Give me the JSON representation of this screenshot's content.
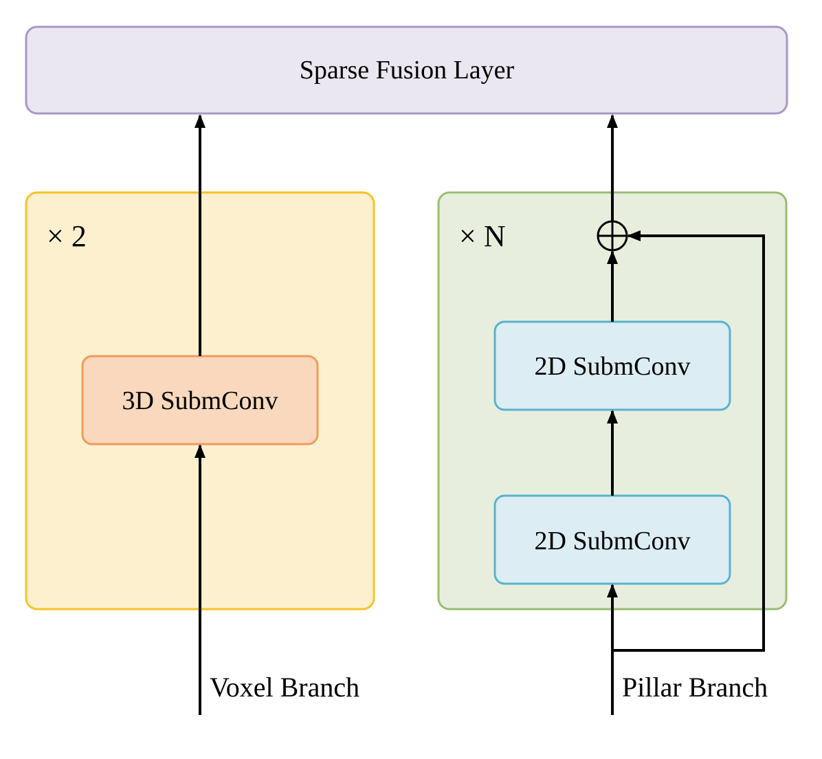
{
  "fusion_layer": {
    "label": "Sparse Fusion Layer"
  },
  "voxel_block": {
    "repeat": "× 2",
    "conv_label": "3D SubmConv"
  },
  "pillar_block": {
    "repeat": "× N",
    "conv_top_label": "2D SubmConv",
    "conv_bottom_label": "2D SubmConv"
  },
  "inputs": {
    "voxel": "Voxel Branch",
    "pillar": "Pillar Branch"
  },
  "colors": {
    "fusion_fill": "#ebe7f0",
    "fusion_stroke": "#a797c6",
    "voxel_fill": "#fdf0cf",
    "voxel_stroke": "#f7c325",
    "conv3d_fill": "#f9d8bd",
    "conv3d_stroke": "#ee9c58",
    "pillar_fill": "#e8eedd",
    "pillar_stroke": "#98bd72",
    "conv2d_fill": "#dcedf3",
    "conv2d_stroke": "#57b2cf"
  }
}
